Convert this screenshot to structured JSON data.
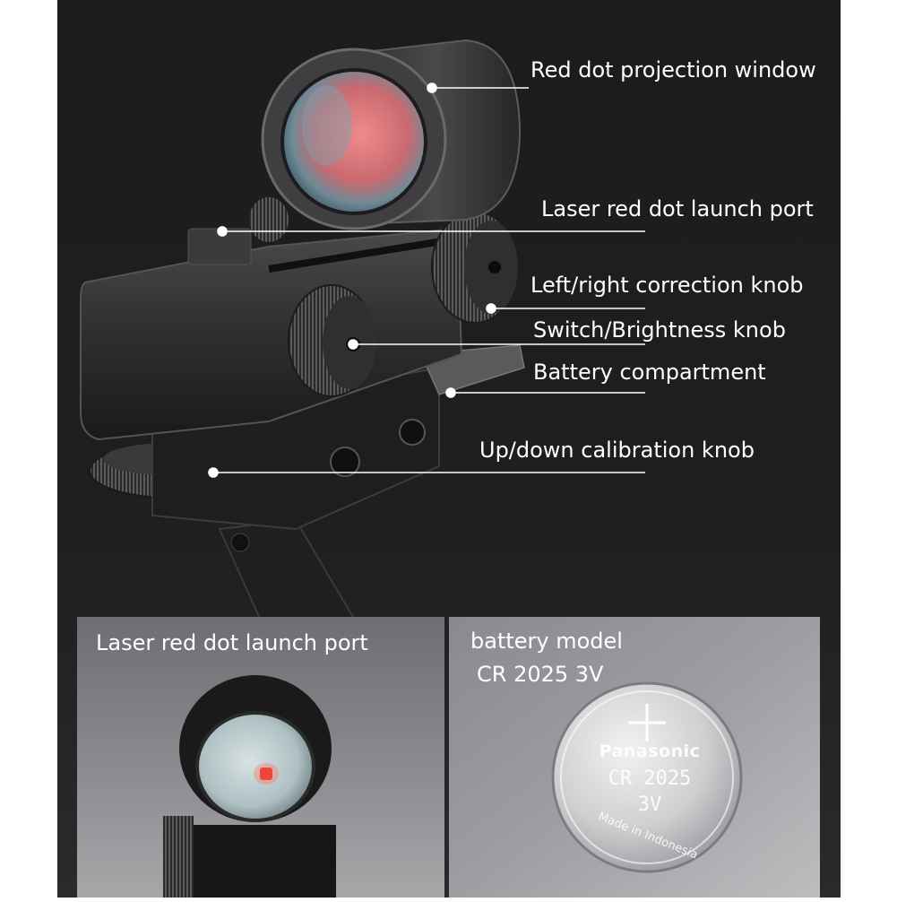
{
  "main_image": {
    "callouts": [
      {
        "id": "projection-window",
        "label": "Red dot projection window"
      },
      {
        "id": "launch-port",
        "label": "Laser red dot launch port"
      },
      {
        "id": "lr-knob",
        "label": "Left/right correction knob"
      },
      {
        "id": "switch-knob",
        "label": "Switch/Brightness knob"
      },
      {
        "id": "battery",
        "label": "Battery compartment"
      },
      {
        "id": "ud-knob",
        "label": "Up/down calibration knob"
      }
    ]
  },
  "inset_left": {
    "title": "Laser red dot launch port"
  },
  "inset_right": {
    "title": "battery model",
    "subtitle": "CR 2025 3V",
    "coin_brand": "Panasonic",
    "coin_model": "CR 2025",
    "coin_voltage": "3V",
    "coin_origin": "Made in Indonesia"
  }
}
